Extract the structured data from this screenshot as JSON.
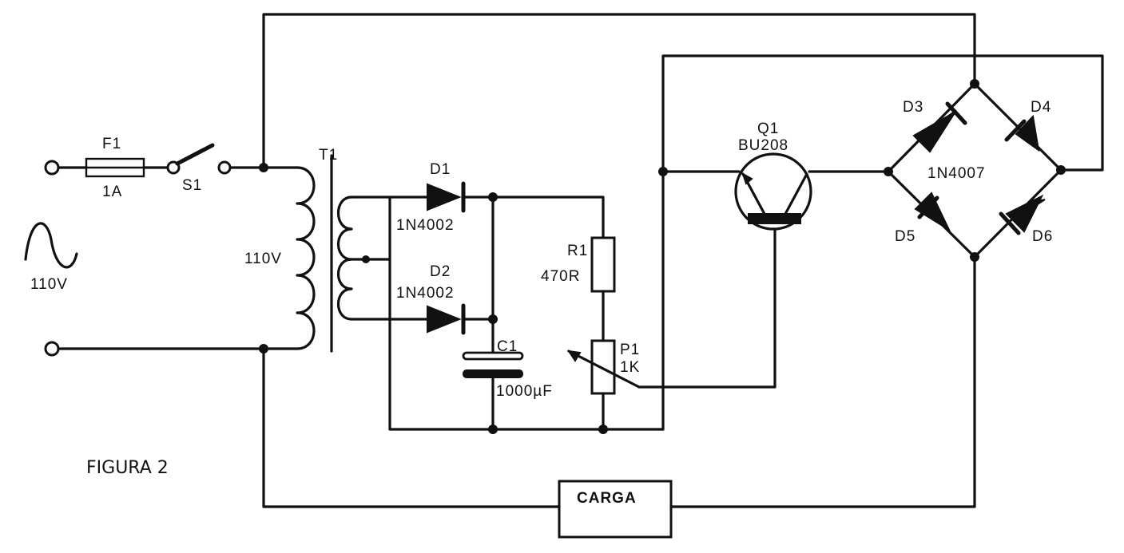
{
  "figure_label": "FIGURA 2",
  "source": {
    "symbol": "ac-source-icon",
    "voltage": "110V"
  },
  "fuse": {
    "ref": "F1",
    "value": "1A"
  },
  "switch": {
    "ref": "S1"
  },
  "transformer": {
    "ref": "T1",
    "primary_voltage": "110V"
  },
  "diodes": {
    "d1": {
      "ref": "D1",
      "part": "1N4002"
    },
    "d2": {
      "ref": "D2",
      "part": "1N4002"
    }
  },
  "capacitor": {
    "ref": "C1",
    "value": "1000µF"
  },
  "resistor": {
    "ref": "R1",
    "value": "470R"
  },
  "potentiometer": {
    "ref": "P1",
    "value": "1K"
  },
  "transistor": {
    "ref": "Q1",
    "part": "BU208"
  },
  "bridge": {
    "d3": "D3",
    "d4": "D4",
    "d5": "D5",
    "d6": "D6",
    "part": "1N4007"
  },
  "load": {
    "label": "CARGA"
  }
}
